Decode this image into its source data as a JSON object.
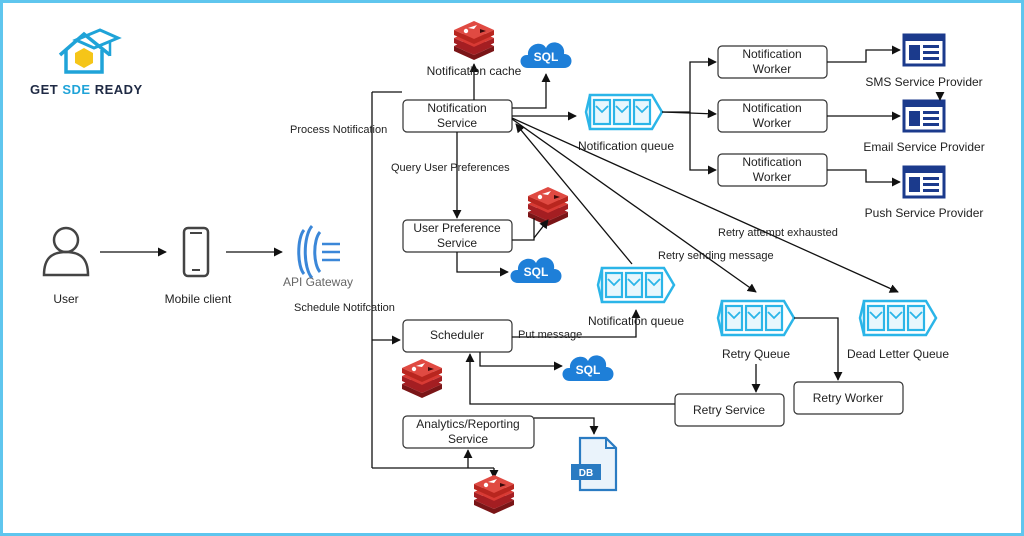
{
  "brand": {
    "part1": "GET ",
    "part2": "SDE",
    "part3": " READY",
    "color_dark": "#1f2a44",
    "color_accent": "#1fa3d8"
  },
  "nodes": {
    "user": "User",
    "mobile_client": "Mobile client",
    "api_gateway": "API Gateway",
    "notification_service": [
      "Notification",
      "Service"
    ],
    "user_preference_service": [
      "User Preference",
      "Service"
    ],
    "scheduler": "Scheduler",
    "analytics_service": [
      "Analytics/Reporting",
      "Service"
    ],
    "notification_cache": "Notification cache",
    "notification_queue_1": "Notification queue",
    "notification_queue_2": "Notification queue",
    "notification_worker": [
      "Notification",
      "Worker"
    ],
    "sms_provider": "SMS Service Provider",
    "email_provider": "Email Service Provider",
    "push_provider": "Push Service Provider",
    "retry_queue": "Retry Queue",
    "dead_letter_queue": "Dead Letter Queue",
    "retry_service": "Retry Service",
    "retry_worker": "Retry Worker"
  },
  "edges": {
    "process_notification": "Process Notification",
    "schedule_notification": "Schedule Notifcation",
    "query_user_preferences": "Query User Preferences",
    "put_message": "Put message",
    "retry_sending_message": "Retry sending message",
    "retry_attempt_exhausted": "Retry attempt exhausted"
  },
  "icons": {
    "sql": "SQL",
    "db": "DB"
  },
  "colors": {
    "redis": "#c6302b",
    "sql": "#1e7fd8",
    "queue": "#2bb5e8",
    "provider": "#1b3a8c"
  }
}
